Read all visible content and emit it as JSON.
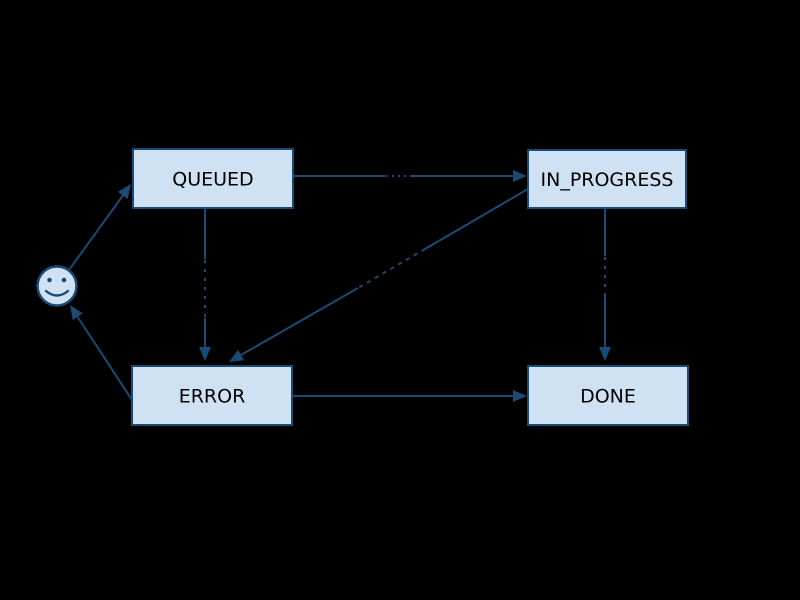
{
  "diagram": {
    "type": "state-machine",
    "background_color": "#000000",
    "colors": {
      "node_fill": "#cfe2f3",
      "node_border": "#1b4a73",
      "edge": "#1b4a73",
      "node_text": "#000000"
    },
    "nodes": [
      {
        "id": "start",
        "label": "",
        "shape": "smiley-face"
      },
      {
        "id": "queued",
        "label": "QUEUED",
        "shape": "rect"
      },
      {
        "id": "in_progress",
        "label": "IN_PROGRESS",
        "shape": "rect"
      },
      {
        "id": "error",
        "label": "ERROR",
        "shape": "rect"
      },
      {
        "id": "done",
        "label": "DONE",
        "shape": "rect"
      }
    ],
    "edges": [
      {
        "from": "start",
        "to": "queued",
        "label": ""
      },
      {
        "from": "queued",
        "to": "in_progress",
        "label": "",
        "label_obscured": true
      },
      {
        "from": "queued",
        "to": "error",
        "label": "",
        "label_obscured": true
      },
      {
        "from": "in_progress",
        "to": "error",
        "label": "",
        "label_obscured": true
      },
      {
        "from": "in_progress",
        "to": "done",
        "label": "",
        "label_obscured": true
      },
      {
        "from": "error",
        "to": "done",
        "label": ""
      },
      {
        "from": "error",
        "to": "start",
        "label": ""
      }
    ]
  }
}
